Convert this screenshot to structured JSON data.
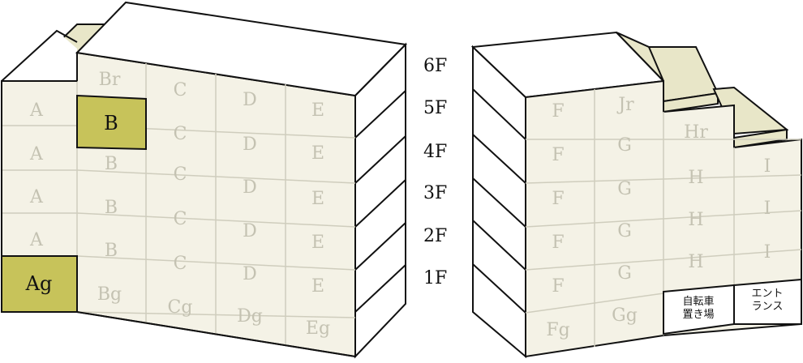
{
  "colors": {
    "cream": "#f4f2e6",
    "cream_top": "#e8e6c8",
    "highlight": "#c7c35a",
    "edge": "#111111",
    "grid": "#cfcdbd",
    "label_faint": "#c4c2b2"
  },
  "floor_labels": [
    "6F",
    "5F",
    "4F",
    "3F",
    "2F",
    "1F"
  ],
  "left_building": {
    "floor5": [
      "A",
      "B",
      "C",
      "D",
      "E"
    ],
    "floor4": [
      "A",
      "B",
      "C",
      "D",
      "E"
    ],
    "floor3": [
      "A",
      "B",
      "C",
      "D",
      "E"
    ],
    "floor2": [
      "A",
      "B",
      "C",
      "D",
      "E"
    ],
    "floor1": [
      "Ag",
      "Bg",
      "Cg",
      "Dg",
      "Eg"
    ],
    "roof": [
      "Br",
      "C",
      "D",
      "E"
    ],
    "highlighted": [
      "B",
      "Ag"
    ]
  },
  "right_building": {
    "roof": [
      "F",
      "Jr"
    ],
    "floor5": [
      "F",
      "G",
      "Hr"
    ],
    "floor4": [
      "F",
      "G",
      "H",
      "I"
    ],
    "floor3": [
      "F",
      "G",
      "H",
      "I"
    ],
    "floor2": [
      "F",
      "G",
      "H",
      "I"
    ],
    "floor1": [
      "Fg",
      "Gg"
    ],
    "bicycle_parking": [
      "自転車",
      "置き場"
    ],
    "entrance": [
      "エント",
      "ランス"
    ]
  }
}
